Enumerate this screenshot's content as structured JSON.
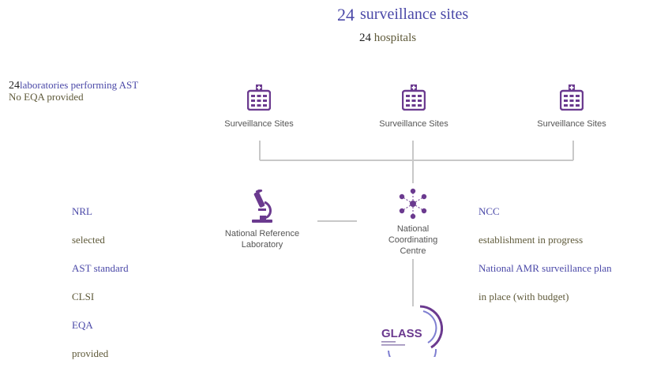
{
  "header": {
    "sites_count": "24",
    "sites_label": "surveillance sites",
    "hospitals_count": "24",
    "hospitals_label": "hospitals"
  },
  "labs": {
    "count": "24",
    "label": "laboratories performing AST",
    "eqa": "No EQA provided"
  },
  "surveillance_sites": [
    {
      "label": "Surveillance Sites"
    },
    {
      "label": "Surveillance Sites"
    },
    {
      "label": "Surveillance Sites"
    }
  ],
  "nrl_info": {
    "lines": [
      "NRL",
      "selected",
      "AST standard",
      "CLSI",
      "EQA",
      "provided"
    ]
  },
  "ncc_info": {
    "lines": [
      "NCC",
      "establishment in progress",
      "National AMR surveillance plan",
      "in place (with budget)"
    ]
  },
  "nodes": {
    "nrl_label_1": "National Reference",
    "nrl_label_2": "Laboratory",
    "ncc_label_1": "National",
    "ncc_label_2": "Coordinating",
    "ncc_label_3": "Centre"
  },
  "logo": {
    "name": "GLASS"
  },
  "colors": {
    "purple_text": "#4b49a8",
    "olive_text": "#5f5a3a",
    "icon_purple": "#6b3a8f",
    "line_gray": "#c8c8c8"
  },
  "icons": [
    "hospital-icon",
    "microscope-icon",
    "network-icon",
    "glass-logo"
  ]
}
